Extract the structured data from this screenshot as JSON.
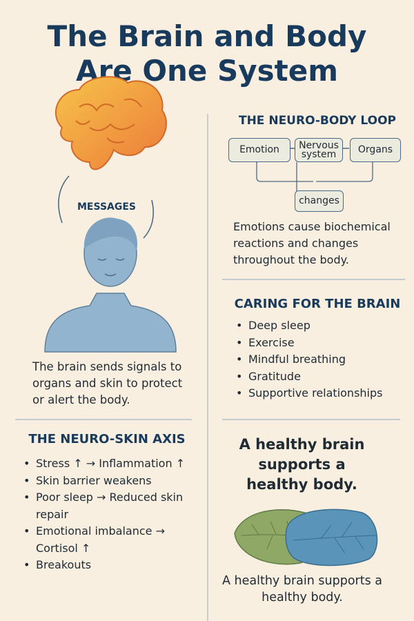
{
  "title": {
    "line1": "The Brain and Body",
    "line2": "Are One System"
  },
  "left": {
    "messages_label": "MESSAGES",
    "signal_text": "The brain sends signals to organs and skin to protect or alert the body.",
    "neuro_skin": {
      "heading": "THE NEURO-SKIN AXIS",
      "items": [
        "Stress ↑ → Inflammation ↑",
        "Skin barrier weakens",
        "Poor sleep → Reduced skin repair",
        "Emotional imbalance → Cortisol ↑",
        "Breakouts"
      ]
    }
  },
  "right": {
    "loop": {
      "heading": "THE NEURO-BODY LOOP",
      "nodes": [
        "Emotion",
        "Nervous system",
        "Organs",
        "changes"
      ],
      "caption": "Emotions cause biochemical reactions and changes throughout the body."
    },
    "caring": {
      "heading": "CARING FOR THE BRAIN",
      "items": [
        "Deep sleep",
        "Exercise",
        "Mindful breathing",
        "Gratitude",
        "Supportive relationships"
      ]
    },
    "tagline": "A healthy brain supports a healthy body.",
    "caption": "A healthy brain supports a healthy body."
  },
  "colors": {
    "background": "#f8efe1",
    "heading": "#183a5c",
    "brain": "#f29a3a",
    "body": "#8fb1cc"
  }
}
